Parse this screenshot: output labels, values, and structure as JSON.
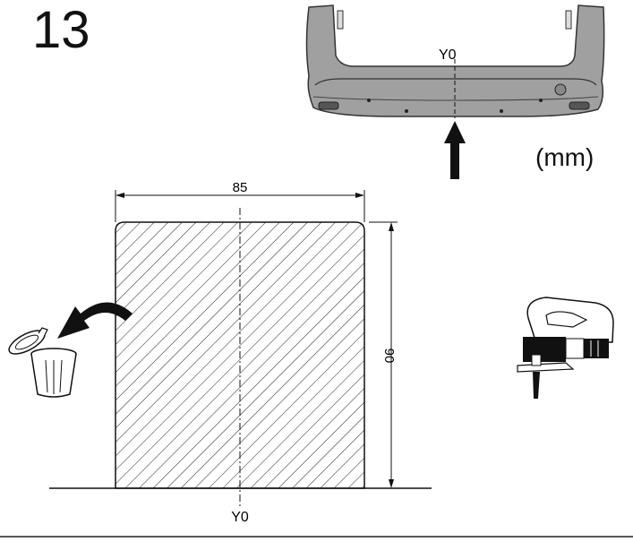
{
  "step_number": "13",
  "units": "(mm)",
  "bumper": {
    "axis_label": "Y0"
  },
  "cut_area": {
    "width": "85",
    "height": "90",
    "axis_label": "Y0"
  },
  "icons": [
    "discard-bin-icon",
    "jigsaw-icon",
    "push-arrow-icon"
  ]
}
